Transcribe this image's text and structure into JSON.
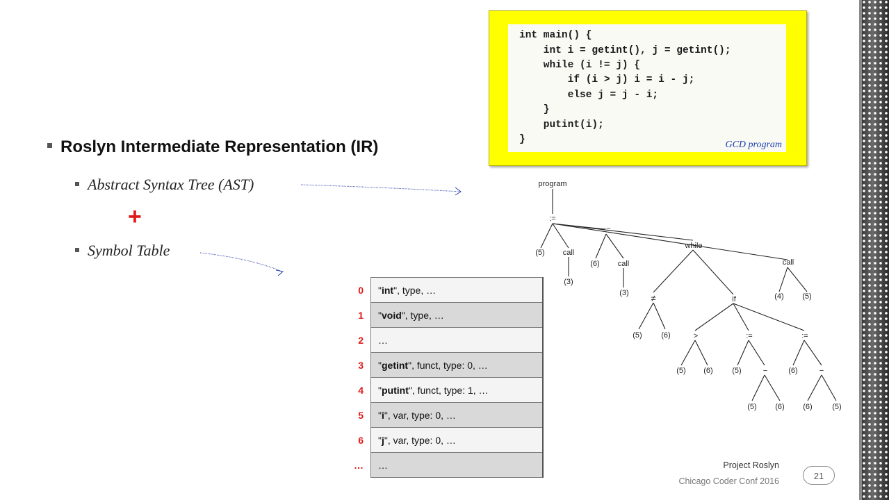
{
  "bullets": {
    "main": "Roslyn Intermediate Representation (IR)",
    "ast": "Abstract Syntax Tree (AST)",
    "plus": "+",
    "symtab": "Symbol Table"
  },
  "code": {
    "lines": [
      "int main() {",
      "    int i = getint(), j = getint();",
      "    while (i != j) {",
      "        if (i > j) i = i - j;",
      "        else j = j - i;",
      "    }",
      "    putint(i);",
      "}"
    ],
    "caption": "GCD program"
  },
  "tree": {
    "program": "program",
    "assign1": ":=",
    "assign2": ":=",
    "while": "while",
    "call_top": "call",
    "n5a": "(5)",
    "call1": "call",
    "n3a": "(3)",
    "n6a": "(6)",
    "call2": "call",
    "n3b": "(3)",
    "neq": "≠",
    "if": "if",
    "n4": "(4)",
    "n5b": "(5)",
    "n5c": "(5)",
    "n6b": "(6)",
    "gt": ">",
    "assign3": ":=",
    "assign4": ":=",
    "n5d": "(5)",
    "n6c": "(6)",
    "n5e": "(5)",
    "minus1": "−",
    "n6d": "(6)",
    "minus2": "−",
    "n5f": "(5)",
    "n6e": "(6)",
    "n6f": "(6)",
    "n5g": "(5)"
  },
  "symtab": {
    "rows": [
      {
        "index": "0",
        "name": "\"int\"",
        "rest": ", type, …",
        "name_bold": "int"
      },
      {
        "index": "1",
        "name": "\"void\"",
        "rest": ", type, …",
        "name_bold": "void"
      },
      {
        "index": "2",
        "name": "",
        "rest": "…",
        "name_bold": ""
      },
      {
        "index": "3",
        "name": "\"getint\"",
        "rest": ", funct, type: 0, …",
        "name_bold": "getint"
      },
      {
        "index": "4",
        "name": "\"putint\"",
        "rest": ", funct, type: 1, …",
        "name_bold": "putint"
      },
      {
        "index": "5",
        "name": "\"i\"",
        "rest": ", var, type: 0, …",
        "name_bold": "i"
      },
      {
        "index": "6",
        "name": "\"j\"",
        "rest": ", var, type: 0, …",
        "name_bold": "j"
      },
      {
        "index": "…",
        "name": "",
        "rest": "…",
        "name_bold": ""
      }
    ]
  },
  "footer": {
    "title": "Project Roslyn",
    "conf": "Chicago Coder Conf 2016",
    "page": "21"
  },
  "colors": {
    "accent_red": "#e01a1a",
    "code_bg": "#ffff00",
    "caption_blue": "#1a3fb0"
  }
}
